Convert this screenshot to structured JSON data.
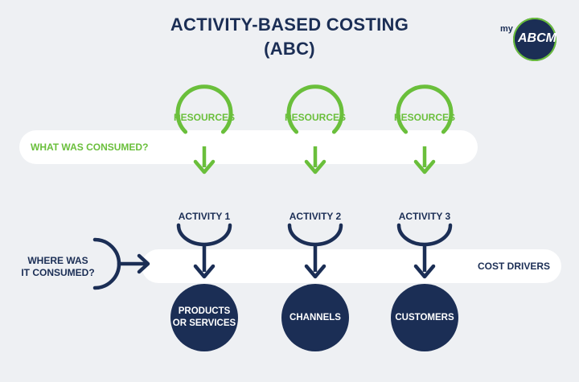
{
  "title": {
    "line1": "ACTIVITY-BASED COSTING",
    "line2": "(ABC)"
  },
  "logo": {
    "prefix": "my",
    "brand": "ABCM"
  },
  "rows": {
    "consumed_question": "WHAT WAS CONSUMED?",
    "where_question": "WHERE WAS\nIT CONSUMED?",
    "cost_drivers": "COST DRIVERS"
  },
  "columns": [
    {
      "resource": "RESOURCES",
      "activity": "ACTIVITY 1",
      "target": "PRODUCTS\nOR SERVICES"
    },
    {
      "resource": "RESOURCES",
      "activity": "ACTIVITY 2",
      "target": "CHANNELS"
    },
    {
      "resource": "RESOURCES",
      "activity": "ACTIVITY 3",
      "target": "CUSTOMERS"
    }
  ],
  "colors": {
    "green": "#6abf3b",
    "navy": "#1b2e55",
    "band": "#ffffff",
    "background": "#eef0f3"
  }
}
